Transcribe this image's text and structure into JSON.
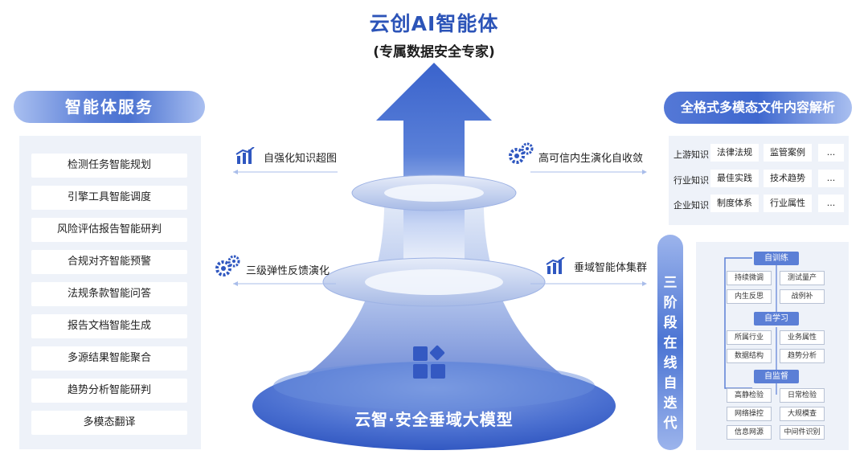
{
  "title": "云创AI智能体",
  "subtitle": "(专属数据安全专家)",
  "left": {
    "header": "智能体服务",
    "items": [
      "检测任务智能规划",
      "引擎工具智能调度",
      "风险评估报告智能研判",
      "合规对齐智能预警",
      "法规条款智能问答",
      "报告文档智能生成",
      "多源结果智能聚合",
      "趋势分析智能研判",
      "多模态翻译"
    ]
  },
  "center": {
    "left_labels": [
      "自强化知识超图",
      "三级弹性反馈演化"
    ],
    "right_labels": [
      "高可信内生演化自收敛",
      "垂域智能体集群"
    ],
    "base_label": "云智·安全垂域大模型"
  },
  "right": {
    "header": "全格式多模态文件内容解析",
    "knowledge": [
      {
        "label": "上游知识",
        "cells": [
          "法律法规",
          "监管案例",
          "..."
        ]
      },
      {
        "label": "行业知识",
        "cells": [
          "最佳实践",
          "技术趋势",
          "..."
        ]
      },
      {
        "label": "企业知识",
        "cells": [
          "制度体系",
          "行业属性",
          "..."
        ]
      }
    ],
    "stage_title": "三阶段在线自迭代",
    "training": {
      "groups": [
        {
          "title": "自训练",
          "cells": [
            "持续微调",
            "测试量产",
            "内生反思",
            "战例补"
          ]
        },
        {
          "title": "自学习",
          "cells": [
            "所属行业",
            "业务属性",
            "数据结构",
            "趋势分析"
          ]
        },
        {
          "title": "自监督",
          "cells": [
            "高静检验",
            "日常检验",
            "网络操控",
            "大规模查",
            "信息网源",
            "中间件识别"
          ]
        }
      ]
    }
  },
  "colors": {
    "primary": "#3f68cf",
    "light": "#a9bff0",
    "panel": "#eef2f9"
  }
}
